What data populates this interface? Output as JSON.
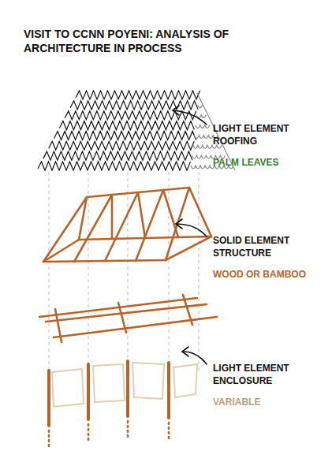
{
  "diagram": {
    "title": "VISIT TO CCNN POYENI: ANALYSIS OF ARCHITECTURE IN PROCESS",
    "labels": [
      "LIGHT ELEMENT ROOFING",
      "PALM LEAVES",
      "SOLID ELEMENT STRUCTURE",
      "WOOD OR BAMBOO",
      "LIGHT ELEMENT ENCLOSURE",
      "VARIABLE"
    ]
  }
}
